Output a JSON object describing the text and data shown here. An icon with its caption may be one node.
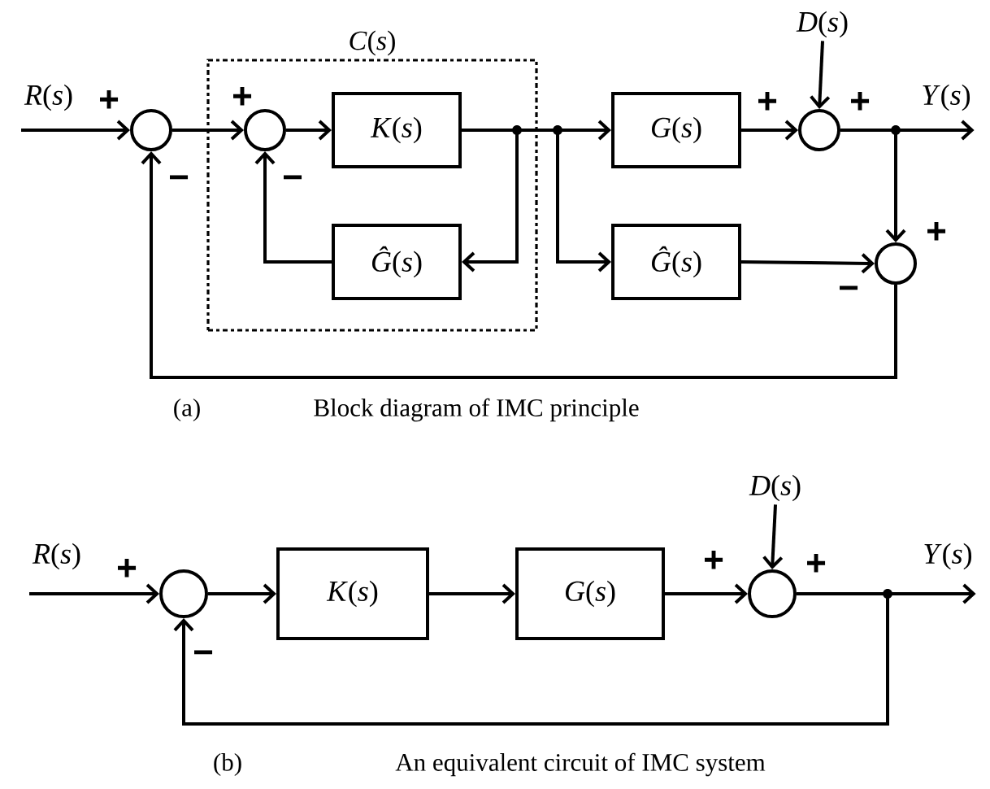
{
  "diagram": {
    "nodes": [
      {
        "text": [
          "*R*(*s*)"
        ]
      },
      {
        "text": [],
        "shape": "circle"
      },
      {
        "text": [
          "*C*(*s*)"
        ]
      },
      {
        "text": [],
        "shape": "circle",
        "in": 2
      },
      {
        "text": [
          "*K*(*s*)"
        ],
        "in": 2
      },
      {
        "text": [
          "*Ĝ*(*s*)"
        ],
        "in": 2
      },
      {
        "text": [
          "*G*(*s*)"
        ]
      },
      {
        "text": [
          "*Ĝ*(*s*)"
        ]
      },
      {
        "text": [
          "*D*(*s*)"
        ]
      },
      {
        "text": [],
        "shape": "circle"
      },
      {
        "text": [
          "*Y*(*s*)"
        ]
      },
      {
        "text": [],
        "shape": "circle"
      },
      {
        "text": [
          "*R*(*s*)"
        ]
      },
      {
        "text": [],
        "shape": "circle"
      },
      {
        "text": [
          "*K*(*s*)"
        ]
      },
      {
        "text": [
          "*G*(*s*)"
        ]
      },
      {
        "text": [
          "*D*(*s*)"
        ]
      },
      {
        "text": [],
        "shape": "circle"
      },
      {
        "text": [
          "*Y*(*s*)"
        ]
      }
    ],
    "edges": [
      {
        "from": 0,
        "to": 1,
        "arrow": "to"
      },
      {
        "from": 1,
        "to": 3,
        "arrow": "to"
      },
      {
        "from": 3,
        "to": 4,
        "arrow": "to"
      },
      {
        "from": 4,
        "to": 5,
        "arrow": "to"
      },
      {
        "from": 4,
        "to": 6,
        "arrow": "to"
      },
      {
        "from": 4,
        "to": 7,
        "arrow": "to"
      },
      {
        "from": 5,
        "to": 3,
        "arrow": "to"
      },
      {
        "from": 6,
        "to": 9,
        "arrow": "to"
      },
      {
        "from": 8,
        "to": 9,
        "arrow": "to"
      },
      {
        "from": 9,
        "to": 10,
        "arrow": "to"
      },
      {
        "from": 9,
        "to": 11,
        "arrow": "to"
      },
      {
        "from": 7,
        "to": 11,
        "arrow": "to"
      },
      {
        "from": 11,
        "to": 1,
        "arrow": "to"
      },
      {
        "from": 12,
        "to": 13,
        "arrow": "to"
      },
      {
        "from": 13,
        "to": 14,
        "arrow": "to"
      },
      {
        "from": 14,
        "to": 15,
        "arrow": "to"
      },
      {
        "from": 15,
        "to": 17,
        "arrow": "to"
      },
      {
        "from": 16,
        "to": 17,
        "arrow": "to"
      },
      {
        "from": 17,
        "to": 18,
        "arrow": "to"
      },
      {
        "from": 17,
        "to": 13,
        "arrow": "to"
      }
    ],
    "labels": [
      "+",
      "+",
      "−",
      "−",
      "+",
      "+",
      "+",
      "−",
      "(a)",
      "Block diagram of IMC principle",
      "+",
      "+",
      "+",
      "−",
      "(b)",
      "An equivalent circuit of IMC system"
    ]
  }
}
